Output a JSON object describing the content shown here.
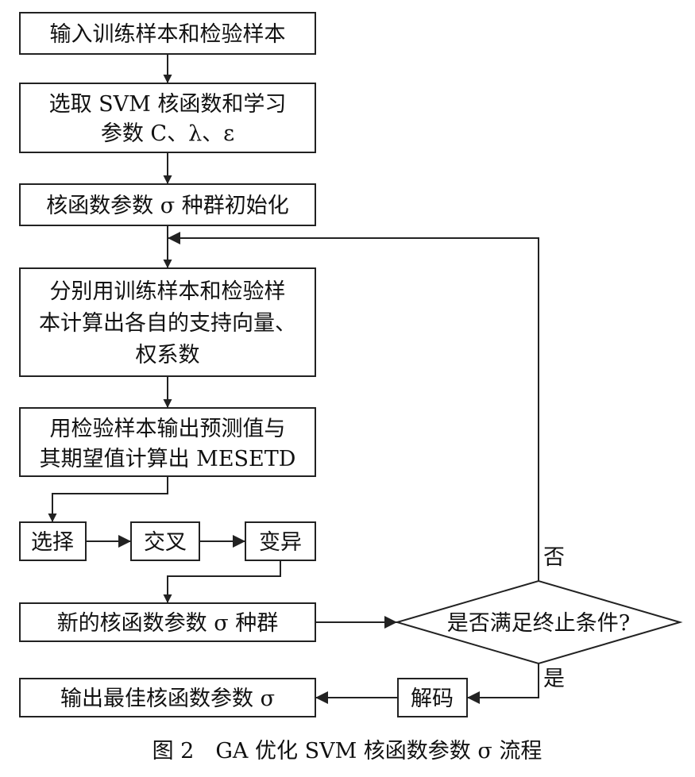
{
  "nodes": {
    "input_samples": "输入训练样本和检验样本",
    "select_kernel_line1": "选取 SVM 核函数和学习",
    "select_kernel_line2": "参数 C、λ、ε",
    "init_population": "核函数参数 σ 种群初始化",
    "compute_line1": "分别用训练样本和检验样",
    "compute_line2": "本计算出各自的支持向量、",
    "compute_line3": "权系数",
    "predict_line1": "用检验样本输出预测值与",
    "predict_line2": "其期望值计算出 MESETD",
    "selection": "选择",
    "crossover": "交叉",
    "mutation": "变异",
    "new_population": "新的核函数参数 σ 种群",
    "termination_check": "是否满足终止条件?",
    "decode": "解码",
    "output_best": "输出最佳核函数参数 σ"
  },
  "edge_labels": {
    "no": "否",
    "yes": "是"
  },
  "caption": "图 2　GA 优化 SVM 核函数参数 σ 流程"
}
